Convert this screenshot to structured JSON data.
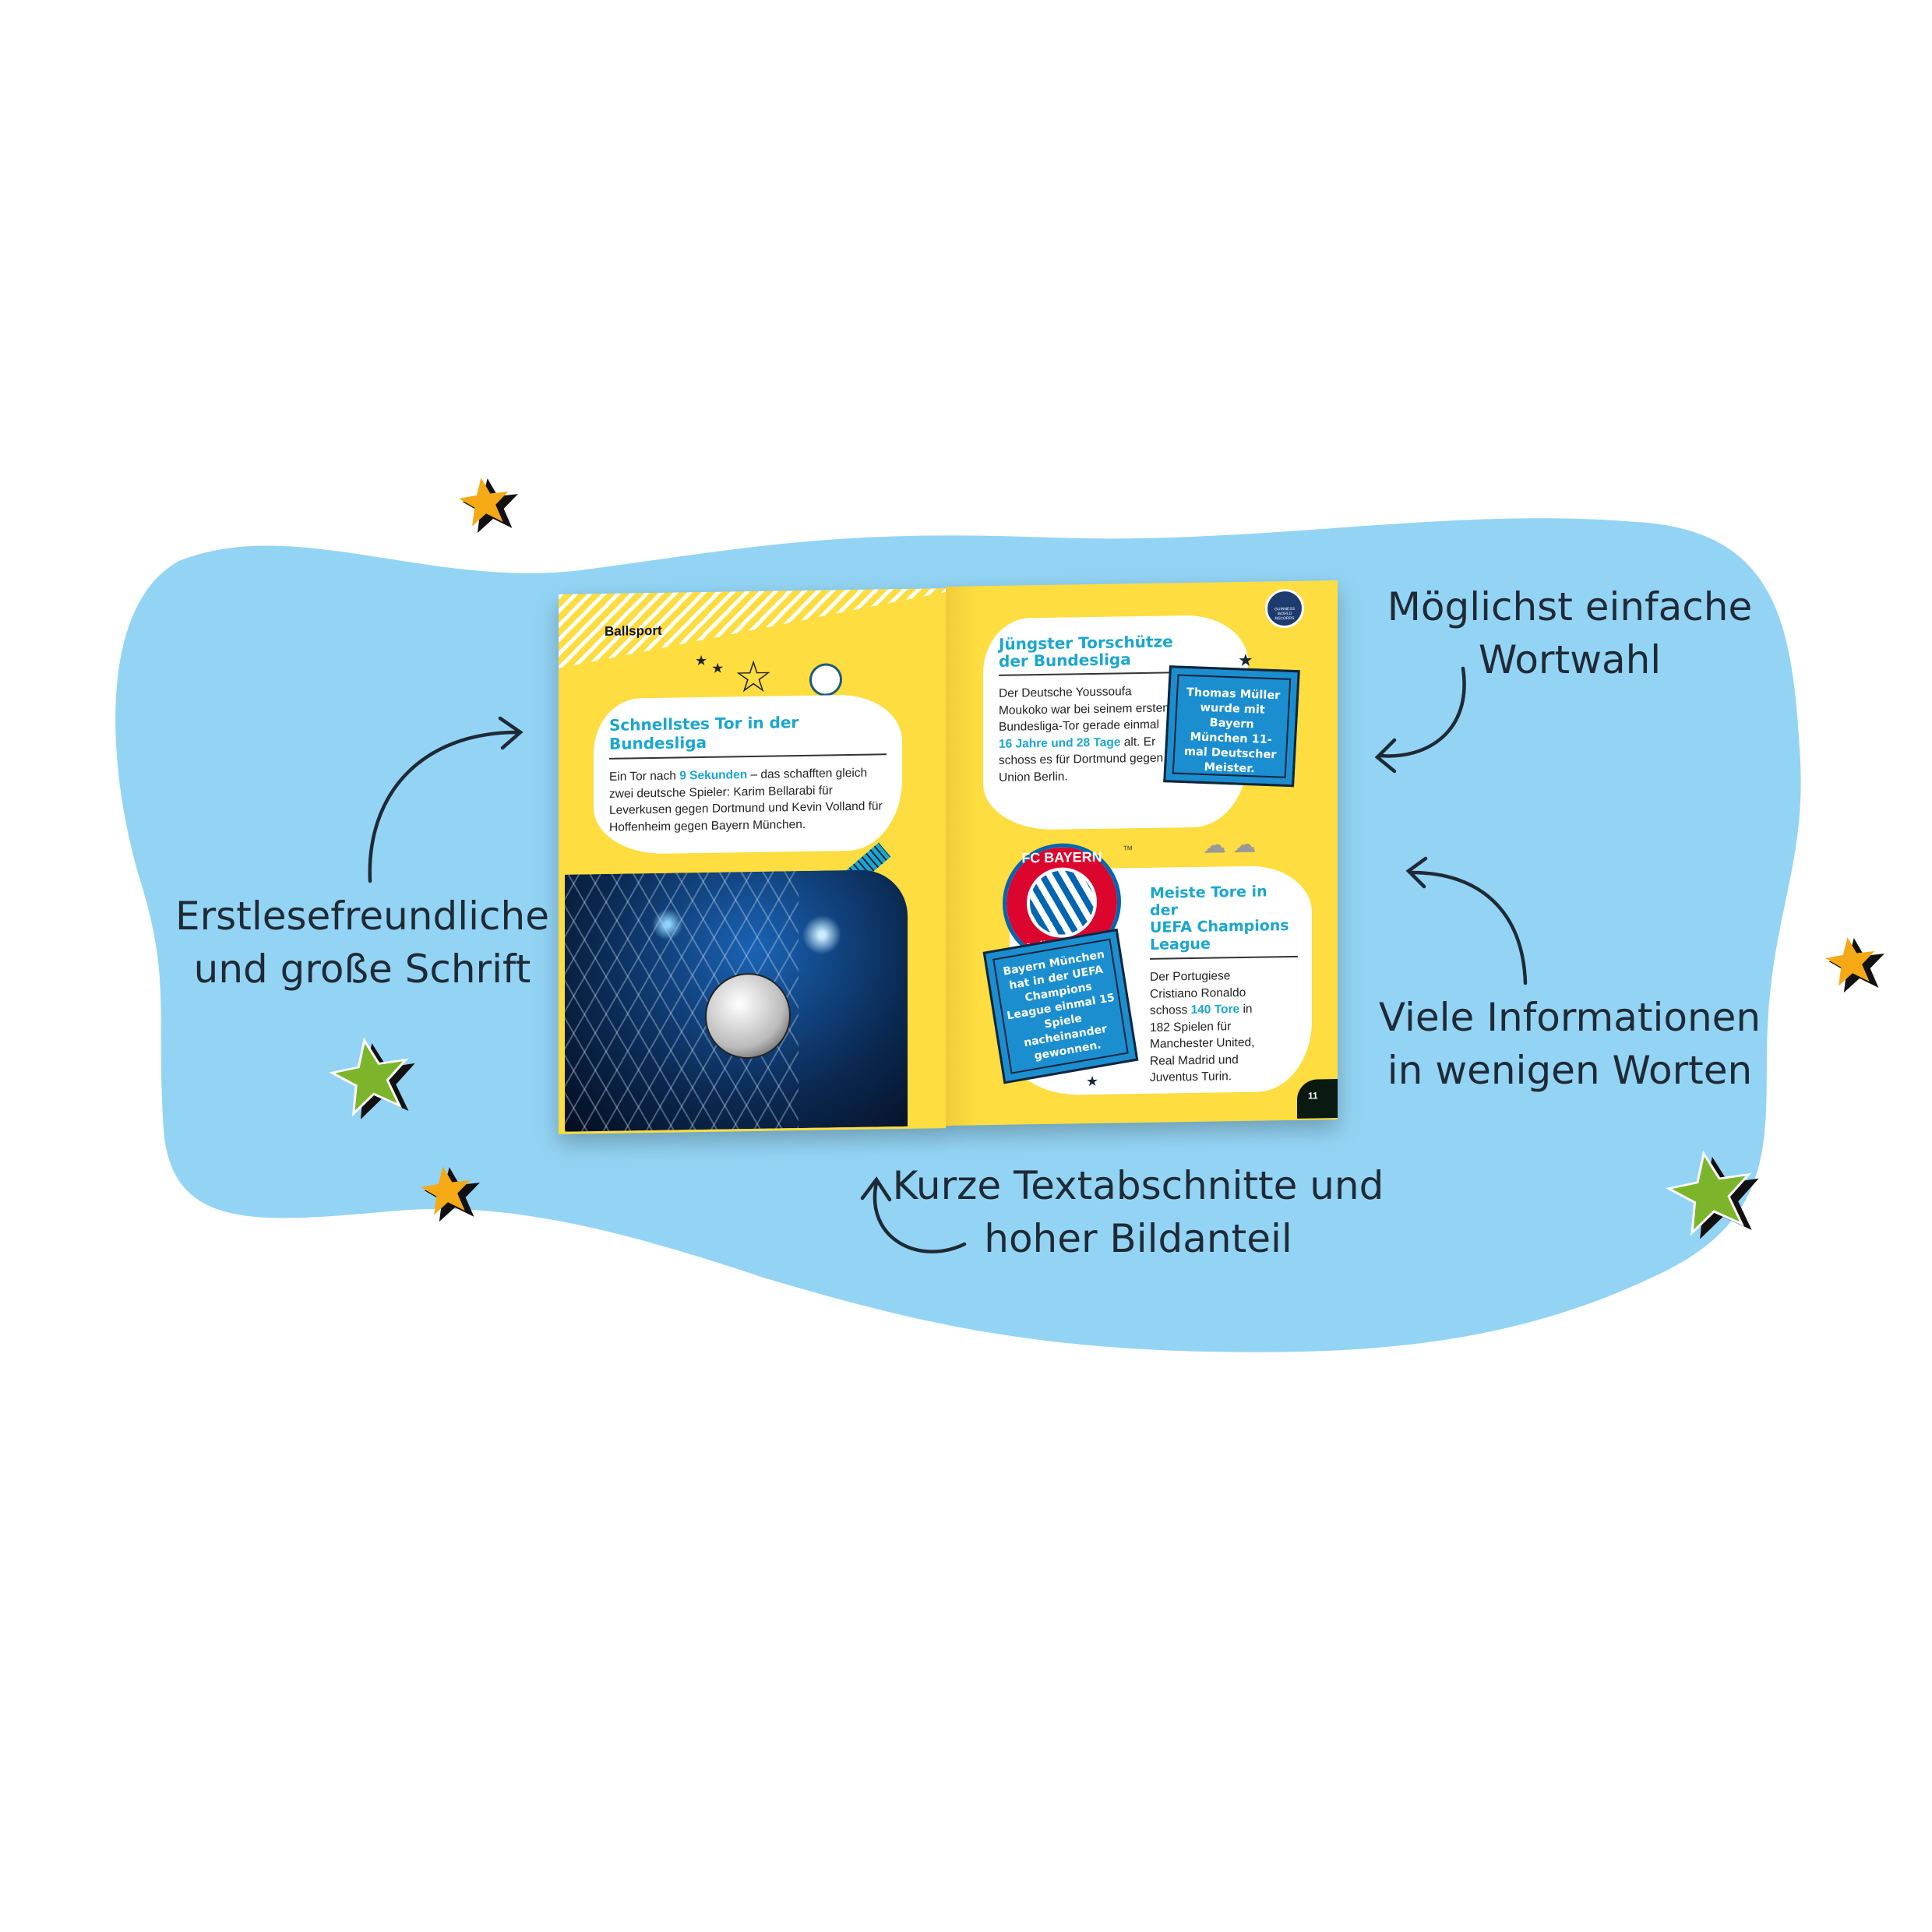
{
  "annotations": {
    "left": [
      "Erstlesefreundliche",
      "und große Schrift"
    ],
    "top_right": [
      "Möglichst einfache",
      "Wortwahl"
    ],
    "mid_right": [
      "Viele Informationen",
      "in wenigen Worten"
    ],
    "bottom": [
      "Kurze Textabschnitte und",
      "hoher Bildanteil"
    ]
  },
  "book": {
    "left_page": {
      "section": "Ballsport",
      "title": "Schnellstes Tor in der Bundesliga",
      "body": [
        {
          "t": "Ein Tor nach "
        },
        {
          "t": "9 Sekunden",
          "hl": true
        },
        {
          "t": " – das schafften gleich zwei deutsche Spieler: Karim Bellarabi für Leverkusen gegen Dortmund und Kevin Volland für Hoffenheim gegen Bayern München."
        }
      ]
    },
    "right_page": {
      "logo_text": "GUINNESS WORLD RECORDS",
      "record1": {
        "title": [
          "Jüngster Torschütze",
          "der Bundesliga"
        ],
        "body_a": "Der Deutsche Youssoufa Moukoko war bei seinem ersten Bundesliga-Tor gerade einmal ",
        "body_hl": "16 Jahre und 28 Tage",
        "body_b": " alt. Er schoss es für Dortmund gegen Union Berlin.",
        "note": "Thomas Müller wurde mit Bayern München 11-mal Deutscher Meister."
      },
      "club_logo_text": [
        "FC BAYERN",
        "MÜNCHEN"
      ],
      "tm": "TM",
      "record2": {
        "title": [
          "Meiste Tore in der",
          "UEFA Champions",
          "League"
        ],
        "body_a": "Der Portugiese Cristiano Ronaldo schoss ",
        "body_hl": "140 Tore",
        "body_b": " in 182 Spielen für Manchester United, Real Madrid und Juventus Turin.",
        "note": "Bayern München hat in der UEFA Champions League einmal 15 Spiele nacheinander gewonnen."
      },
      "page_number": "11"
    }
  },
  "colors": {
    "blob": "#93d4f4",
    "page": "#fddd3f",
    "accent": "#1aa6d0",
    "note": "#1b8ed0",
    "star_orange": "#f5a915",
    "star_green": "#7cb52b"
  }
}
